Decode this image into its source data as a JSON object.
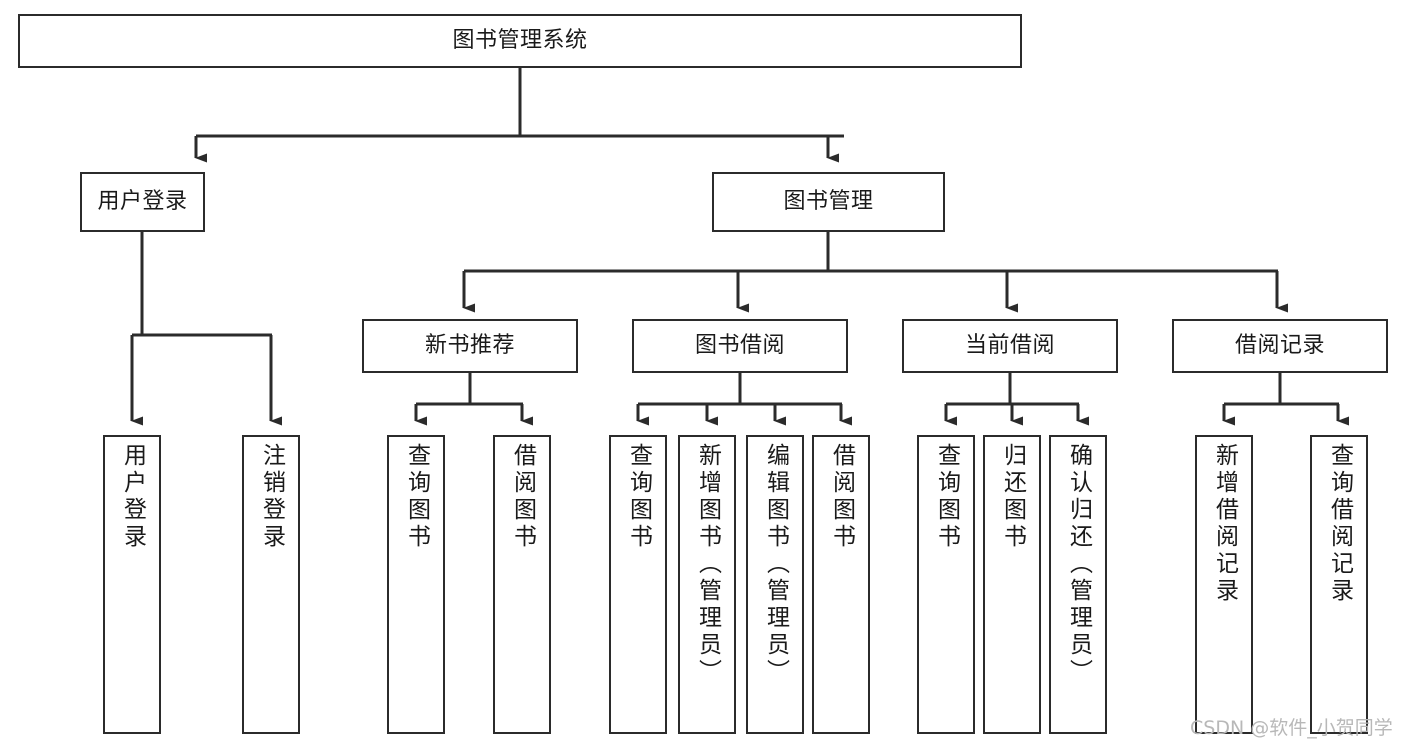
{
  "diagram": {
    "title": "图书管理系统",
    "type": "hierarchy-tree",
    "orientation": "top-down",
    "levels": [
      {
        "level": 1,
        "nodes": [
          {
            "id": "root",
            "label": "图书管理系统",
            "text_direction": "horizontal"
          }
        ]
      },
      {
        "level": 2,
        "nodes": [
          {
            "id": "user-login",
            "label": "用户登录",
            "text_direction": "horizontal",
            "parent": "root"
          },
          {
            "id": "book-manage",
            "label": "图书管理",
            "text_direction": "horizontal",
            "parent": "root"
          }
        ]
      },
      {
        "level": 3,
        "nodes": [
          {
            "id": "new-book-rec",
            "label": "新书推荐",
            "text_direction": "horizontal",
            "parent": "book-manage"
          },
          {
            "id": "book-borrow",
            "label": "图书借阅",
            "text_direction": "horizontal",
            "parent": "book-manage"
          },
          {
            "id": "current-borrow",
            "label": "当前借阅",
            "text_direction": "horizontal",
            "parent": "book-manage"
          },
          {
            "id": "borrow-record",
            "label": "借阅记录",
            "text_direction": "horizontal",
            "parent": "book-manage"
          }
        ]
      },
      {
        "level": 4,
        "nodes": [
          {
            "id": "leaf-1",
            "label": "用户登录",
            "text_direction": "vertical",
            "parent": "user-login"
          },
          {
            "id": "leaf-2",
            "label": "注销登录",
            "text_direction": "vertical",
            "parent": "user-login"
          },
          {
            "id": "leaf-3",
            "label": "查询图书",
            "text_direction": "vertical",
            "parent": "new-book-rec"
          },
          {
            "id": "leaf-4",
            "label": "借阅图书",
            "text_direction": "vertical",
            "parent": "new-book-rec"
          },
          {
            "id": "leaf-5",
            "label": "查询图书",
            "text_direction": "vertical",
            "parent": "book-borrow"
          },
          {
            "id": "leaf-6",
            "label": "新增图书（管理员）",
            "text_direction": "vertical",
            "parent": "book-borrow"
          },
          {
            "id": "leaf-7",
            "label": "编辑图书（管理员）",
            "text_direction": "vertical",
            "parent": "book-borrow"
          },
          {
            "id": "leaf-8",
            "label": "借阅图书",
            "text_direction": "vertical",
            "parent": "book-borrow"
          },
          {
            "id": "leaf-9",
            "label": "查询图书",
            "text_direction": "vertical",
            "parent": "current-borrow"
          },
          {
            "id": "leaf-10",
            "label": "归还图书",
            "text_direction": "vertical",
            "parent": "current-borrow"
          },
          {
            "id": "leaf-11",
            "label": "确认归还（管理员）",
            "text_direction": "vertical",
            "parent": "current-borrow"
          },
          {
            "id": "leaf-12",
            "label": "新增借阅记录",
            "text_direction": "vertical",
            "parent": "borrow-record"
          },
          {
            "id": "leaf-13",
            "label": "查询借阅记录",
            "text_direction": "vertical",
            "parent": "borrow-record"
          }
        ]
      }
    ]
  },
  "watermark": {
    "text": "CSDN @软件_小贺同学"
  },
  "colors": {
    "stroke": "#2b2b2b",
    "fill": "#ffffff",
    "text": "#1a1a1a",
    "watermark": "#b8b8b8"
  }
}
